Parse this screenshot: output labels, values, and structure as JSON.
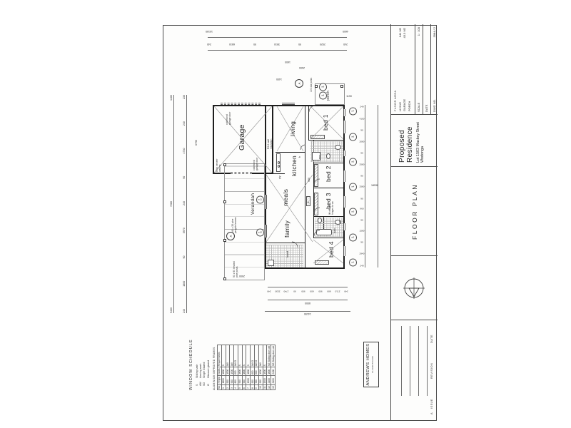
{
  "sheet": {
    "project_title": "Proposed Residence",
    "project_address": "Lot 1503 Mackey Street Wodonga",
    "drawing_title": "FLOOR PLAN",
    "company": "ANDREWS HOMES",
    "company_phone": "PH 0408 576 008",
    "floor_area_heading": "FLOOR AREA",
    "floor_area_rows": [
      {
        "label": "LIVING",
        "value": "141 M2"
      },
      {
        "label": "GARAGE",
        "value": "43.3 M2"
      },
      {
        "label": "PORCH",
        "value": ""
      }
    ],
    "scale_label": "SCALE",
    "scale_value": "1 : 100",
    "date_label": "DATE",
    "date_value": "",
    "dwg_label": "DWG NO.",
    "dwg_value": "3984  /  2",
    "revision_mark": "A",
    "revision_issue": "ISSUE",
    "revision_label": "REVISION",
    "revision_date": "DATE"
  },
  "rooms": {
    "garage": "Garage",
    "living": "living",
    "kitchen": "kitchen",
    "meals": "meals",
    "family": "family",
    "bed1": "bed 1",
    "bed2": "bed 2",
    "bed3": "bed 3",
    "bed4": "bed 4",
    "bath": "bath",
    "wc": "wc",
    "ens": "ens",
    "laundry": "laund",
    "verandah": "Verandah",
    "porch": "porch",
    "linen": "lin",
    "pantry": "pty",
    "fridge": "fr"
  },
  "notes": {
    "garage_wall": "brick veneer walling",
    "garage_door_front": "colorbond garage door",
    "garage_door_rear": "colorbond garage door",
    "insulation": "R2.2 wall insulation",
    "pergola": "140 x 35 pine pergola beams",
    "posts": "90 x 90 treated pine posts",
    "porch_posts": "100 dia posts",
    "bed3_door": "lift off door hinges to wc",
    "section_mark": "A"
  },
  "dims": {
    "top_outer": [
      "9460",
      "7280",
      "1480"
    ],
    "top_inner": [
      "240",
      "1800",
      "90",
      "5970",
      "240",
      "90",
      "4730",
      "240",
      "230"
    ],
    "garage_depth": "6790",
    "right_outer": [
      "10190",
      "4600"
    ],
    "right_inner": [
      "240",
      "6810",
      "90",
      "3910",
      "90",
      "2520",
      "240"
    ],
    "bottom_chain": [
      "240",
      "2940",
      "90",
      "1580",
      "90",
      "960",
      "90",
      "2580",
      "90",
      "2580",
      "90",
      "2080",
      "90",
      "4100",
      "240"
    ],
    "bottom_total": "18530",
    "left_chain": [
      "240",
      "2530",
      "1740",
      "90",
      "900",
      "600",
      "900",
      "680",
      "2710",
      "240"
    ],
    "left_total_inner": "8000",
    "left_total_outer": "14190",
    "verandah_width": "2500",
    "hall_width": "900",
    "porch_a": "1400",
    "porch_b": "2600",
    "porch_c": "1190",
    "porch_d": "1600"
  },
  "window_tags": {
    "bottom": [
      "w1",
      "w2",
      "w3",
      "w4",
      "w5",
      "w6",
      "w7"
    ],
    "porch": [
      "w8",
      "w9"
    ],
    "rear": [
      "w10",
      "w11"
    ]
  },
  "schedule": {
    "title": "WINDOW SCHEDULE",
    "legend": [
      {
        "k": "S",
        "v": "Sliding sash"
      },
      {
        "k": "AW",
        "v": "Awning sash"
      },
      {
        "k": "SG",
        "v": "Single Glazed"
      },
      {
        "k": "O",
        "v": "Obscure glazed"
      }
    ],
    "frames_note": "ALUMINIUM IMPROVED FRAMES",
    "columns": [
      "No",
      "Height",
      "Width",
      "Requirements"
    ],
    "rows": [
      {
        "no": "1",
        "h": "1800",
        "w": "1800",
        "req": "S"
      },
      {
        "no": "2",
        "h": "900",
        "w": "1500",
        "req": "AW"
      },
      {
        "no": "3",
        "h": "900",
        "w": "1500",
        "req": "AW"
      },
      {
        "no": "4",
        "h": "600",
        "w": "600",
        "req": "AW O"
      },
      {
        "no": "5",
        "h": "900",
        "w": "1800",
        "req": "S"
      },
      {
        "no": "6",
        "h": "900",
        "w": "1800",
        "req": "S"
      },
      {
        "no": "7",
        "h": "1500",
        "w": "1800",
        "req": "S"
      },
      {
        "no": "8",
        "h": "900",
        "w": "600",
        "req": "AW O"
      },
      {
        "no": "9",
        "h": "900",
        "w": "600",
        "req": "AW O"
      },
      {
        "no": "10",
        "h": "900",
        "w": "1500",
        "req": "AW"
      },
      {
        "no": "11",
        "h": "1500",
        "w": "1500",
        "req": "S"
      },
      {
        "no": "12",
        "h": "2100",
        "w": "1800",
        "req": "SG Sliding door unit"
      },
      {
        "no": "13",
        "h": "2100",
        "w": "2400",
        "req": "SG Sliding door unit"
      }
    ]
  }
}
